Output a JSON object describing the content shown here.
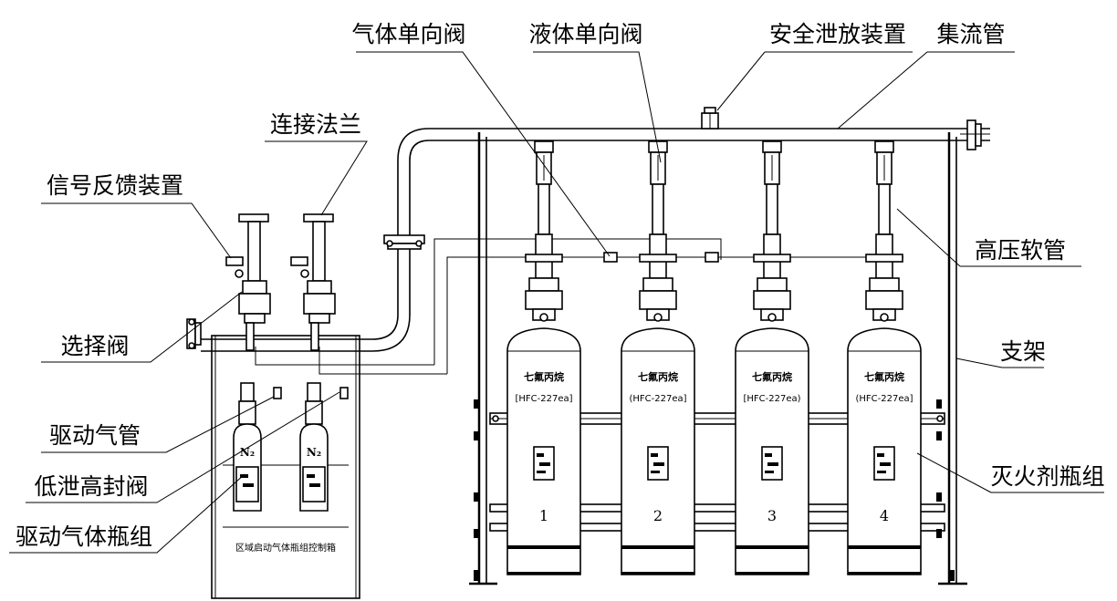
{
  "labels": {
    "gas_check_valve": "气体单向阀",
    "liquid_check_valve": "液体单向阀",
    "safety_relief": "安全泄放装置",
    "manifold": "集流管",
    "flange": "连接法兰",
    "signal_feedback": "信号反馈装置",
    "high_pressure_hose": "高压软管",
    "selector_valve": "选择阀",
    "bracket": "支架",
    "drive_gas_pipe": "驱动气管",
    "low_leak_valve": "低泄高封阀",
    "agent_cylinders": "灭火剂瓶组",
    "drive_gas_cylinders": "驱动气体瓶组"
  },
  "cylinders": [
    {
      "agent": "七氟丙烷",
      "code": "[HFC-227ea]",
      "number": "1"
    },
    {
      "agent": "七氟丙烷",
      "code": "(HFC-227ea]",
      "number": "2"
    },
    {
      "agent": "七氟丙烷",
      "code": "[HFC-227ea)",
      "number": "3"
    },
    {
      "agent": "七氟丙烷",
      "code": "(HFC-227ea]",
      "number": "4"
    }
  ],
  "drive_cylinders": [
    {
      "gas": "N₂"
    },
    {
      "gas": "N₂"
    }
  ],
  "cabinet_caption": "区域启动气体瓶组控制箱"
}
